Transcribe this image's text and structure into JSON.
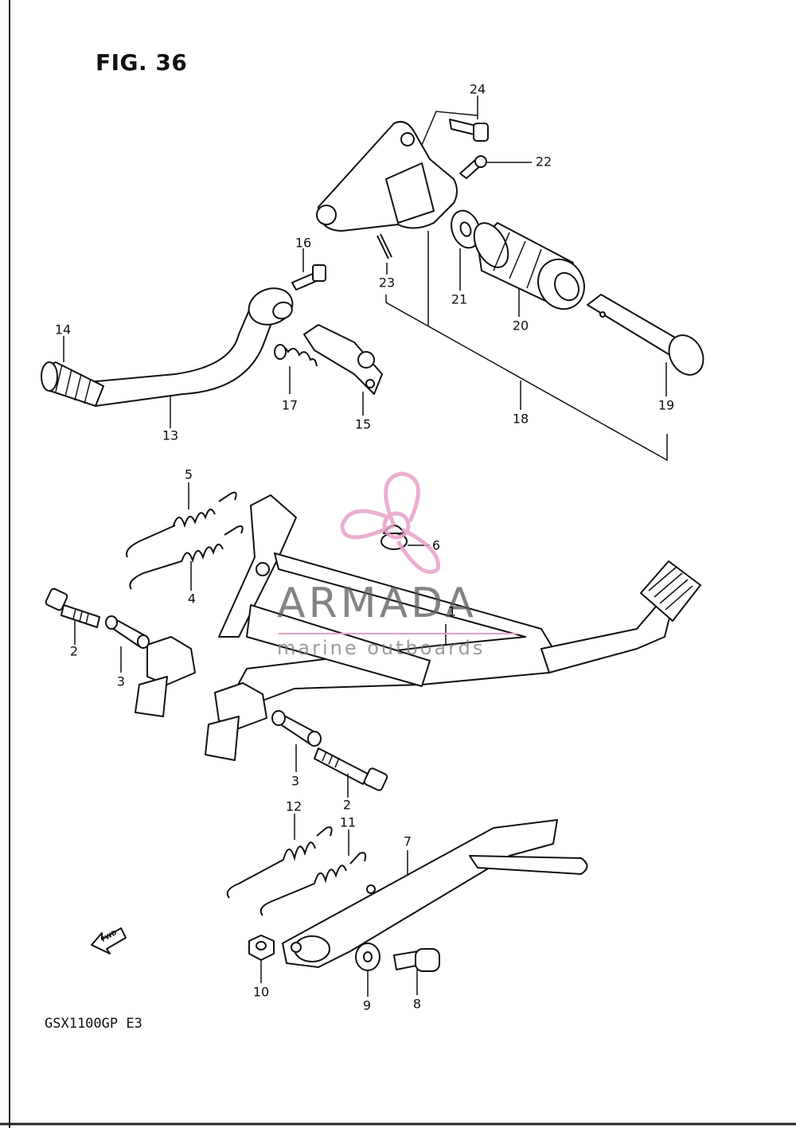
{
  "figure": {
    "title": "FIG. 36",
    "model": "GSX1100GP E3",
    "fwd": "FWD"
  },
  "watermark": {
    "name": "ARMADA",
    "tagline": "marine outboards",
    "color": "#e8a0c8"
  },
  "callouts": [
    "1",
    "2",
    "2",
    "3",
    "3",
    "4",
    "5",
    "6",
    "7",
    "8",
    "9",
    "10",
    "11",
    "12",
    "13",
    "14",
    "15",
    "16",
    "17",
    "18",
    "19",
    "20",
    "21",
    "22",
    "23",
    "24"
  ]
}
